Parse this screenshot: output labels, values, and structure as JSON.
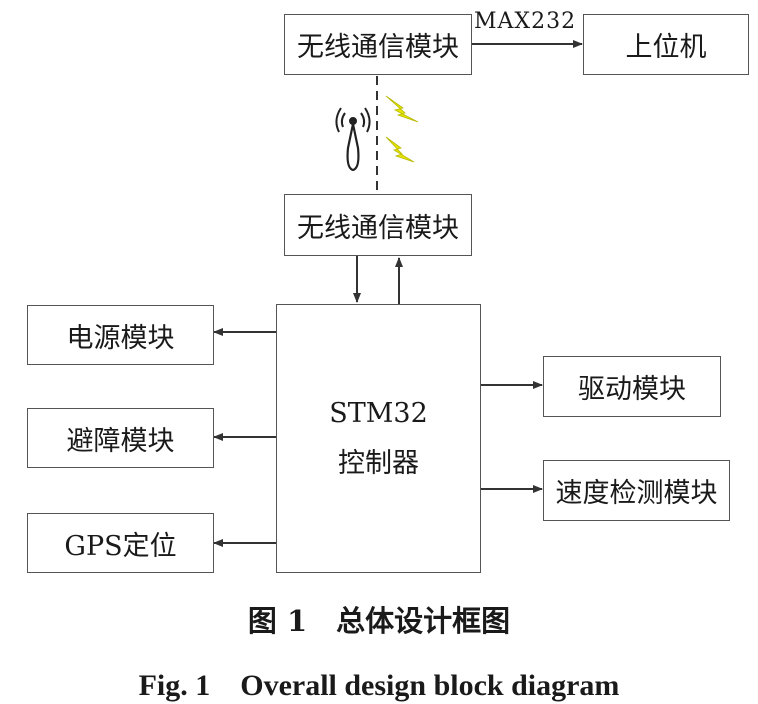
{
  "blocks": {
    "wireless_top": "无线通信模块",
    "host_pc": "上位机",
    "wireless_bottom": "无线通信模块",
    "power": "电源模块",
    "obstacle": "避障模块",
    "gps": "GPS定位",
    "stm_line1": "STM32",
    "stm_line2": "控制器",
    "drive": "驱动模块",
    "speed": "速度检测模块"
  },
  "links": {
    "max232": "MAX232"
  },
  "caption": {
    "cn": "图 1　总体设计框图",
    "en": "Fig. 1　Overall design block diagram"
  },
  "colors": {
    "line": "#333333",
    "box_border": "#555555",
    "lightning": "#e3e300"
  },
  "icons": [
    "antenna-icon",
    "lightning-icon"
  ]
}
